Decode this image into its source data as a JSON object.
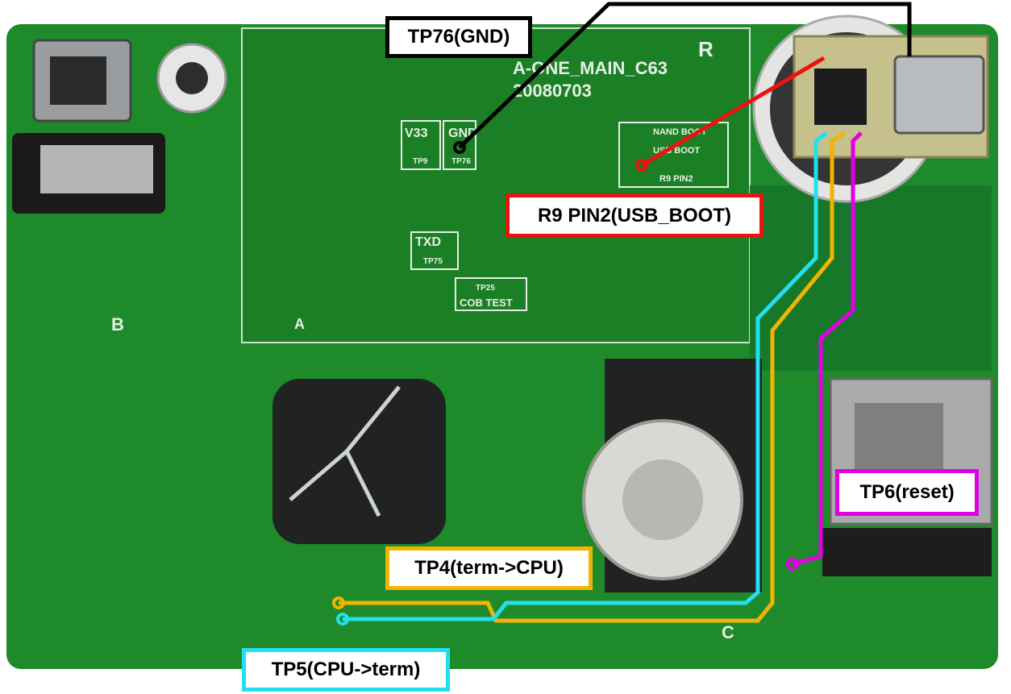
{
  "photo": {
    "subject": "circuit-board-photo",
    "board_markings": {
      "board_name": "A-ONE_MAIN_C63",
      "board_date": "20080703",
      "v33": "V33",
      "gnd": "GND",
      "txd": "TXD",
      "cob_test": "COB TEST",
      "nand_boot": "NAND BOOT",
      "usb_boot": "USB BOOT",
      "r9_pin2": "R9 PIN2",
      "r_mark": "R",
      "c_mark": "C",
      "b_mark": "B",
      "a_mark": "A",
      "tp9": "TP9",
      "tp76": "TP76",
      "tp75": "TP75",
      "tp25": "TP25"
    }
  },
  "annotations": {
    "tp76": {
      "text": "TP76(GND)",
      "color": "#000000"
    },
    "r9": {
      "text": "R9 PIN2(USB_BOOT)",
      "color": "#ee1111"
    },
    "tp6": {
      "text": "TP6(reset)",
      "color": "#e100e6"
    },
    "tp4": {
      "text": "TP4(term->CPU)",
      "color": "#f2b400"
    },
    "tp5": {
      "text": "TP5(CPU->term)",
      "color": "#22e0f0"
    }
  },
  "colors": {
    "pcb_green": "#1f8a2a",
    "pcb_dark": "#146b1f",
    "silkscreen": "#e8efe6",
    "black_wire": "#000000",
    "red_wire": "#ee1111",
    "magenta_wire": "#e100e6",
    "yellow_wire": "#f2b400",
    "cyan_wire": "#22e0f0"
  }
}
